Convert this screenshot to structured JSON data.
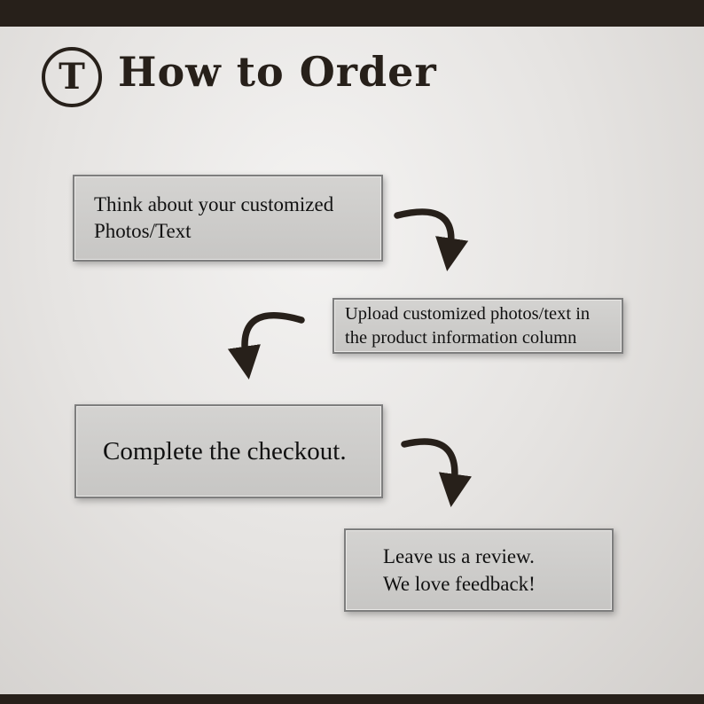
{
  "header": {
    "logo_letter": "T",
    "title": "How to Order"
  },
  "steps": [
    {
      "lines": [
        "Think about your customized",
        "Photos/Text"
      ]
    },
    {
      "lines": [
        "Upload customized photos/text in",
        "the product information column"
      ]
    },
    {
      "lines": [
        "Complete the checkout."
      ]
    },
    {
      "lines": [
        "Leave us a review.",
        "We love feedback!"
      ]
    }
  ],
  "colors": {
    "accent": "#27201a",
    "bar": "#27201a",
    "box_fill": "#c9c8c6",
    "box_border": "#7e7e7e",
    "ink": "#111111"
  }
}
